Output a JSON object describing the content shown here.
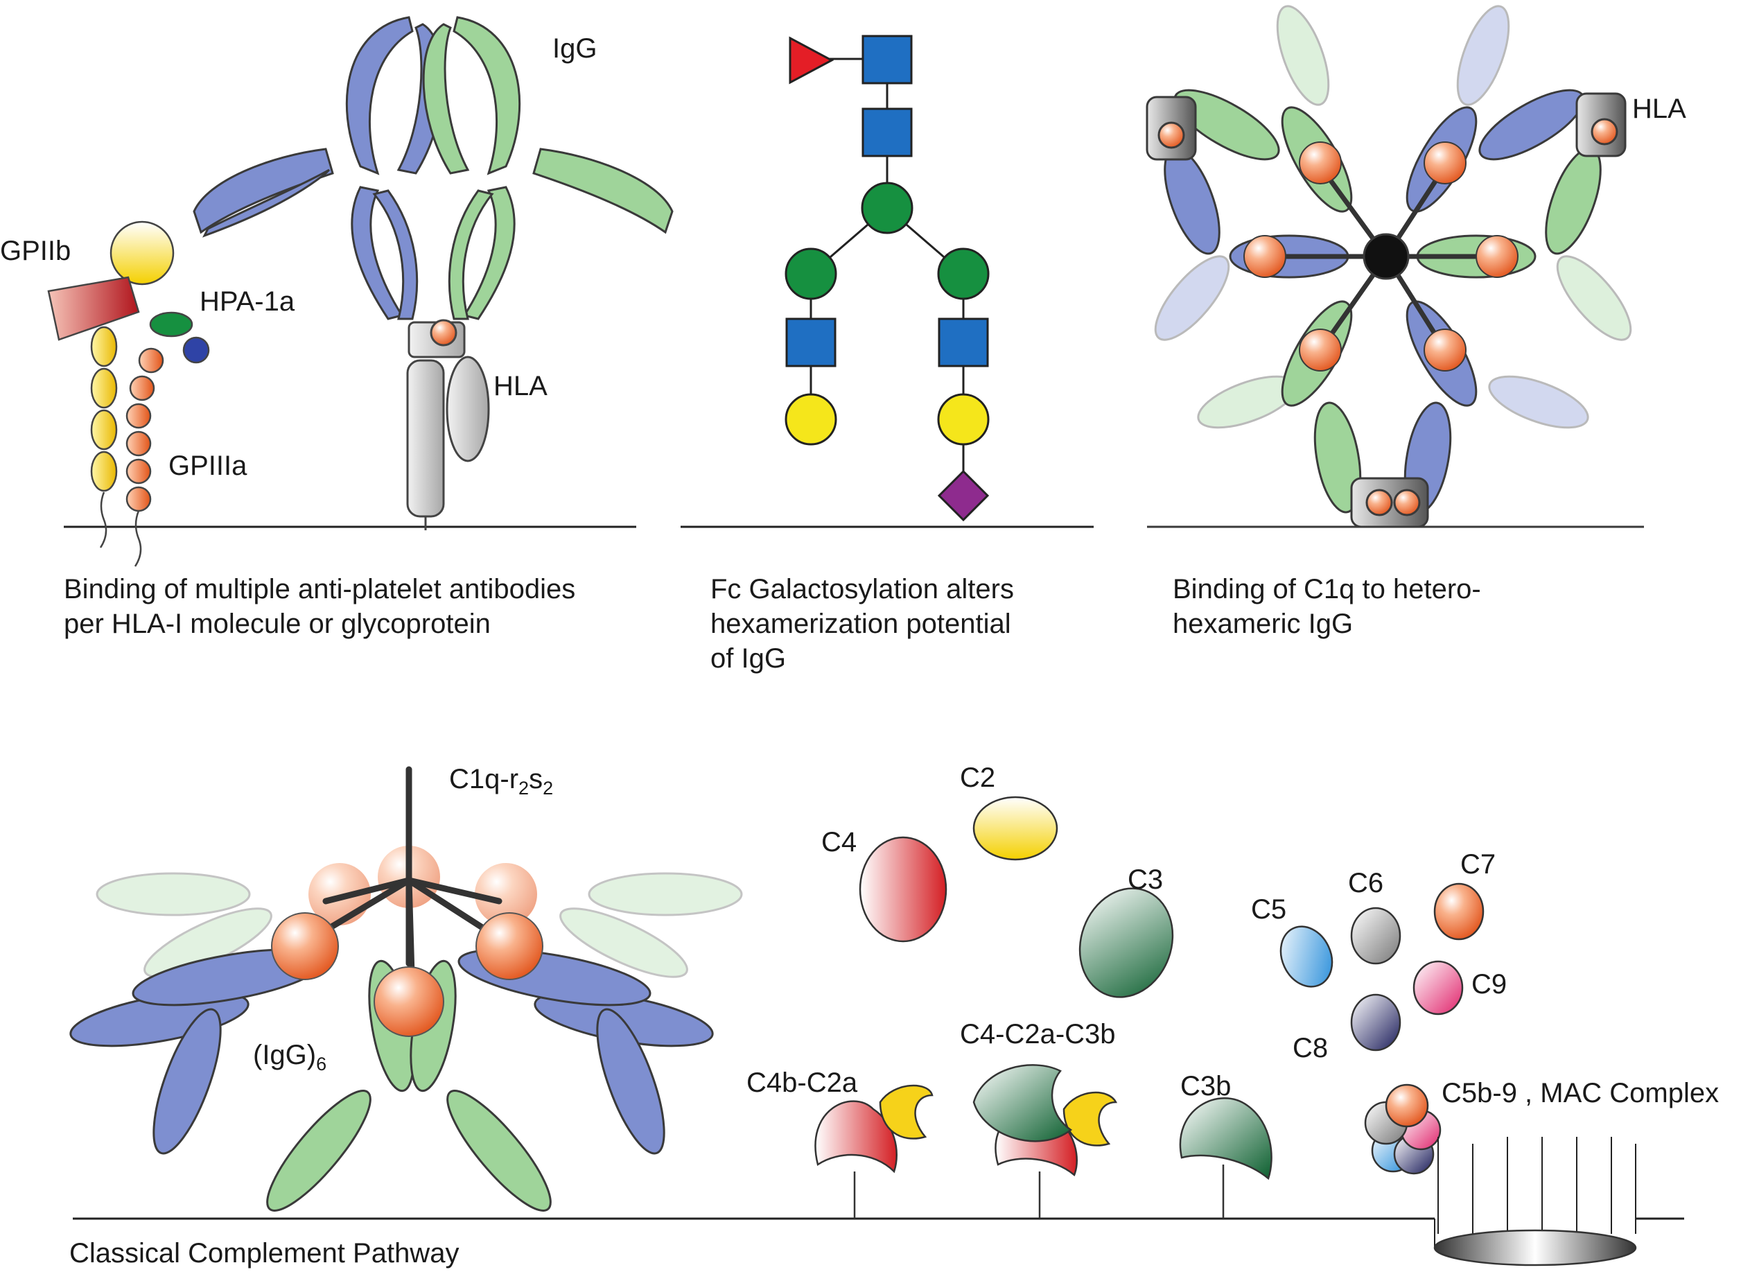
{
  "panel1": {
    "caption": [
      "Binding of multiple anti-platelet antibodies",
      "per HLA-I molecule or glycoprotein"
    ],
    "labels": {
      "igg": "IgG",
      "gpiib": "GPIIb",
      "hpa": "HPA-1a",
      "hla": "HLA",
      "gpiiia": "GPIIIa"
    }
  },
  "panel2": {
    "caption": [
      "Fc Galactosylation alters",
      "hexamerization potential",
      "of IgG"
    ]
  },
  "panel3": {
    "caption": [
      "Binding of C1q to hetero-",
      "hexameric IgG"
    ],
    "labels": {
      "hla": "HLA"
    }
  },
  "panel4": {
    "caption": "Classical Complement Pathway",
    "labels": {
      "c1q": "C1q-r",
      "c1q_sub1": "2",
      "c1q_s": "s",
      "c1q_sub2": "2",
      "igg6": "(IgG)",
      "igg6_sub": "6",
      "c2": "C2",
      "c4": "C4",
      "c3": "C3",
      "c5": "C5",
      "c6": "C6",
      "c7": "C7",
      "c8": "C8",
      "c9": "C9",
      "c4b_c2a": "C4b-C2a",
      "c4_c2a_c3b": "C4-C2a-C3b",
      "c3b": "C3b",
      "mac": "C5b-9 , MAC Complex"
    }
  },
  "colors": {
    "blue_domain": "#7e8fd0",
    "green_domain": "#9fd49a",
    "orange": "#f07a3c",
    "hla_gray": "#b7b7b7",
    "gpiib_red": "#c0272d",
    "yellow": "#f6d21a",
    "glycan_blue": "#1f6fc2",
    "glycan_green": "#169040",
    "glycan_yellow": "#f5e61b",
    "glycan_red": "#e41e26",
    "glycan_purple": "#8e2b8e"
  }
}
